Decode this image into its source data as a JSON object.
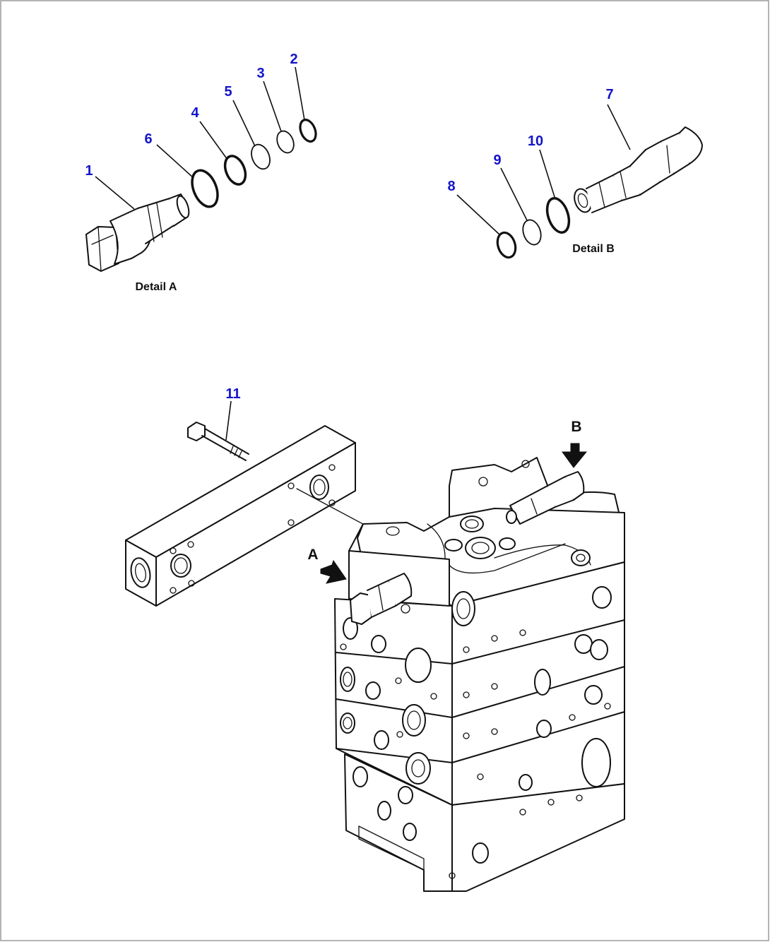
{
  "callouts": [
    {
      "id": "1",
      "label": "1"
    },
    {
      "id": "2",
      "label": "2"
    },
    {
      "id": "3",
      "label": "3"
    },
    {
      "id": "4",
      "label": "4"
    },
    {
      "id": "5",
      "label": "5"
    },
    {
      "id": "6",
      "label": "6"
    },
    {
      "id": "7",
      "label": "7"
    },
    {
      "id": "8",
      "label": "8"
    },
    {
      "id": "9",
      "label": "9"
    },
    {
      "id": "10",
      "label": "10"
    },
    {
      "id": "11",
      "label": "11"
    }
  ],
  "captions": {
    "detail_a": "Detail A",
    "detail_b": "Detail B"
  },
  "views": {
    "a": "A",
    "b": "B"
  },
  "colors": {
    "callout_text": "#1414c8",
    "line": "#111111",
    "background": "#ffffff"
  }
}
